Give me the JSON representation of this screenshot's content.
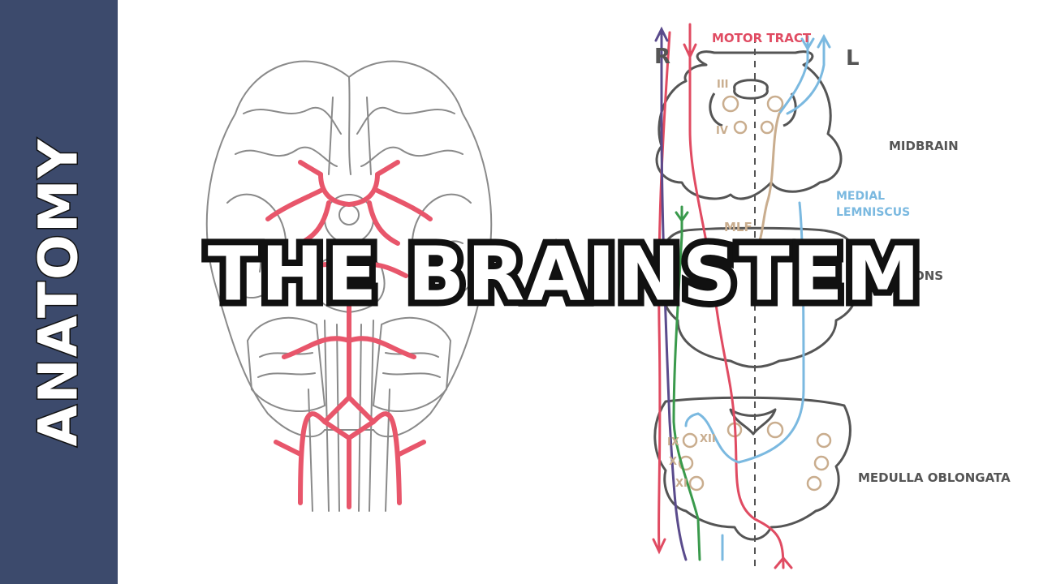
{
  "sidebar": {
    "label": "ANATOMY"
  },
  "title": "THE BRAINSTEM",
  "sides": {
    "right": "R",
    "left": "L"
  },
  "labels": {
    "motor_tract": "MOTOR TRACT",
    "midbrain": "MIDBRAIN",
    "medial_lemniscus_line1": "MEDIAL",
    "medial_lemniscus_line2": "LEMNISCUS",
    "mlf": "MLF",
    "pons": "PONS",
    "medulla": "MEDULLA OBLONGATA"
  },
  "cranial_nerves": {
    "III": "III",
    "IV": "IV",
    "IX": "IX",
    "XII": "XII",
    "X": "X",
    "XI": "XI"
  },
  "colors": {
    "sidebar_bg": "#3c4a6c",
    "outline": "#555555",
    "brain_line": "#8a8a8a",
    "artery": "#e8566b",
    "motor_tract": "#e04b62",
    "medial_lemniscus": "#7bb9e0",
    "mlf": "#c9ad8e",
    "green_tract": "#3a9a4c",
    "purple_tract": "#5a4b8c"
  }
}
